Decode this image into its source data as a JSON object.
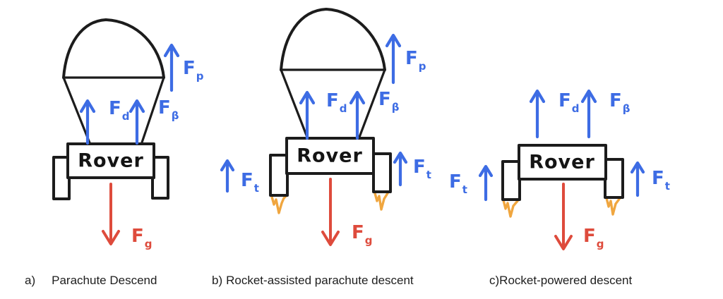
{
  "colors": {
    "background": "#ffffff",
    "ink": "#1c1c1c",
    "blue": "#3d6ce4",
    "red": "#de4b3c",
    "flame_orange": "#f0a63f"
  },
  "diagrams": [
    {
      "caption": {
        "label": "a)",
        "text": "Parachute Descend"
      },
      "rover_label": "Rover",
      "has_parachute": true,
      "has_rockets": false,
      "forces": {
        "fd": {
          "base": "F",
          "sub": "d",
          "color": "blue",
          "direction": "up"
        },
        "fb": {
          "base": "F",
          "sub": "β",
          "color": "blue",
          "direction": "up"
        },
        "fp": {
          "base": "F",
          "sub": "p",
          "color": "blue",
          "direction": "up"
        },
        "fg": {
          "base": "F",
          "sub": "g",
          "color": "red",
          "direction": "down"
        }
      }
    },
    {
      "caption": {
        "label": "b)",
        "text": "Rocket-assisted parachute descent"
      },
      "rover_label": "Rover",
      "has_parachute": true,
      "has_rockets": true,
      "forces": {
        "fd": {
          "base": "F",
          "sub": "d",
          "color": "blue",
          "direction": "up"
        },
        "fb": {
          "base": "F",
          "sub": "β",
          "color": "blue",
          "direction": "up"
        },
        "fp": {
          "base": "F",
          "sub": "p",
          "color": "blue",
          "direction": "up"
        },
        "ft_left": {
          "base": "F",
          "sub": "t",
          "color": "blue",
          "direction": "up"
        },
        "ft_right": {
          "base": "F",
          "sub": "t",
          "color": "blue",
          "direction": "up"
        },
        "fg": {
          "base": "F",
          "sub": "g",
          "color": "red",
          "direction": "down"
        }
      }
    },
    {
      "caption": {
        "label": "c)",
        "text": "Rocket-powered descent"
      },
      "rover_label": "Rover",
      "has_parachute": false,
      "has_rockets": true,
      "forces": {
        "fd": {
          "base": "F",
          "sub": "d",
          "color": "blue",
          "direction": "up"
        },
        "fb": {
          "base": "F",
          "sub": "β",
          "color": "blue",
          "direction": "up"
        },
        "ft_left": {
          "base": "F",
          "sub": "t",
          "color": "blue",
          "direction": "up"
        },
        "ft_right": {
          "base": "F",
          "sub": "t",
          "color": "blue",
          "direction": "up"
        },
        "fg": {
          "base": "F",
          "sub": "g",
          "color": "red",
          "direction": "down"
        }
      }
    }
  ]
}
